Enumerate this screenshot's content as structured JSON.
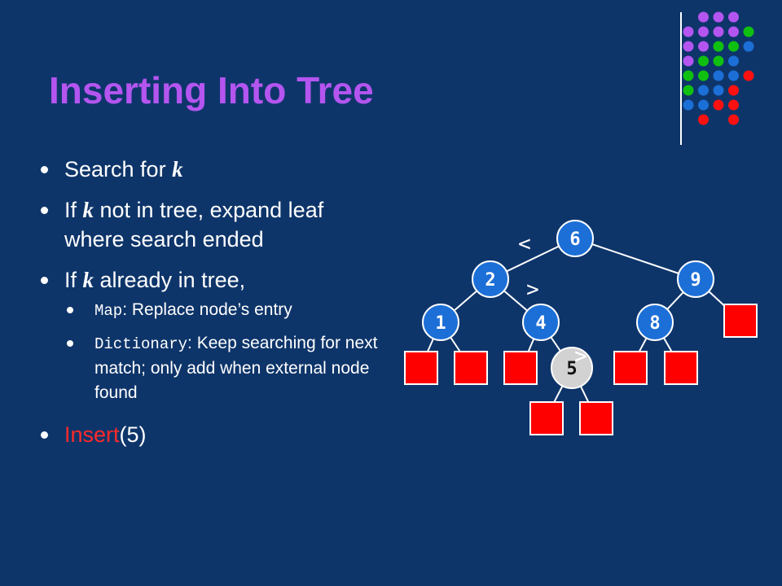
{
  "title": "Inserting Into Tree",
  "colors": {
    "background": "#0e356a",
    "title": "#b455f0",
    "node": "#1c6fd6",
    "new_node": "#d2d2d2",
    "leaf": "#ff0000",
    "accent_red": "#ff2a2a"
  },
  "bullets": {
    "b1": {
      "text": "Search for ",
      "k": "k"
    },
    "b2": {
      "pre": "If ",
      "k": "k",
      "post": " not in tree, expand leaf where search ended"
    },
    "b3": {
      "pre": "If ",
      "k": "k",
      "post": " already in tree,"
    },
    "sub1": {
      "code": "Map",
      "text": ": Replace node’s entry"
    },
    "sub2": {
      "code": "Dictionary",
      "text": ": Keep searching for next match; only add when external node found"
    },
    "b4": {
      "red": "Insert",
      "rest": "(5)"
    }
  },
  "tree": {
    "nodes": {
      "n6": "6",
      "n2": "2",
      "n9": "9",
      "n1": "1",
      "n4": "4",
      "n8": "8",
      "n5": "5"
    },
    "comparisons": {
      "c1": "<",
      "c2": ">",
      "c3": ">"
    }
  }
}
